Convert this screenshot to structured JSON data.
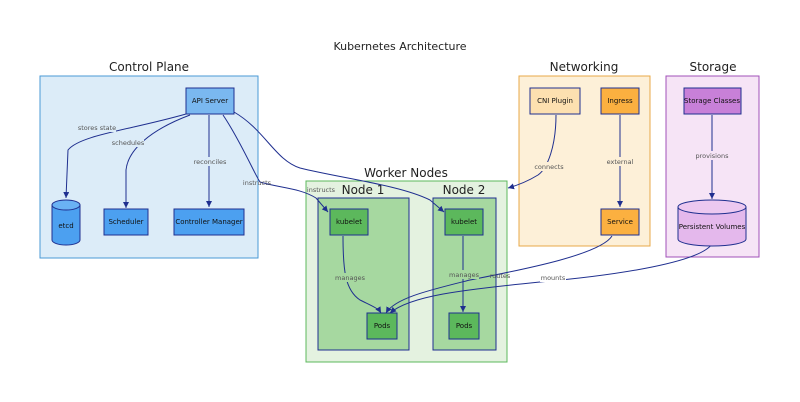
{
  "title": "Kubernetes Architecture",
  "groups": {
    "control_plane": "Control Plane",
    "networking": "Networking",
    "storage": "Storage",
    "worker_nodes": "Worker Nodes",
    "node1": "Node 1",
    "node2": "Node 2"
  },
  "nodes": {
    "api_server": "API Server",
    "etcd": "etcd",
    "scheduler": "Scheduler",
    "controller_manager": "Controller Manager",
    "cni_plugin": "CNI Plugin",
    "ingress": "Ingress",
    "service": "Service",
    "storage_classes": "Storage Classes",
    "persistent_volumes": "Persistent Volumes",
    "kubelet1": "kubelet",
    "pods1": "Pods",
    "kubelet2": "kubelet",
    "pods2": "Pods"
  },
  "edges": {
    "stores_state": "stores state",
    "schedules": "schedules",
    "reconciles": "reconciles",
    "instructs1": "instructs",
    "instructs2": "instructs",
    "connects": "connects",
    "external": "external",
    "provisions": "provisions",
    "manages1": "manages",
    "manages2": "manages",
    "routes": "routes",
    "mounts": "mounts"
  }
}
